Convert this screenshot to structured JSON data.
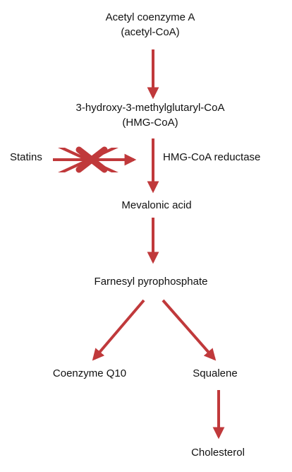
{
  "colors": {
    "arrow": "#c0393b",
    "text": "#111111",
    "background": "#ffffff"
  },
  "nodes": {
    "acetyl_coa": {
      "line1": "Acetyl coenzyme A",
      "line2": "(acetyl-CoA)"
    },
    "hmg_coa": {
      "line1": "3-hydroxy-3-methylglutaryl-CoA",
      "line2": "(HMG-CoA)"
    },
    "mevalonic_acid": {
      "label": "Mevalonic acid"
    },
    "farnesyl": {
      "label": "Farnesyl pyrophosphate"
    },
    "coq10": {
      "label": "Coenzyme Q10"
    },
    "squalene": {
      "label": "Squalene"
    },
    "cholesterol": {
      "label": "Cholesterol"
    }
  },
  "inhibitor": {
    "label": "Statins",
    "icon": "cross-icon"
  },
  "enzyme": {
    "label": "HMG-CoA reductase"
  }
}
